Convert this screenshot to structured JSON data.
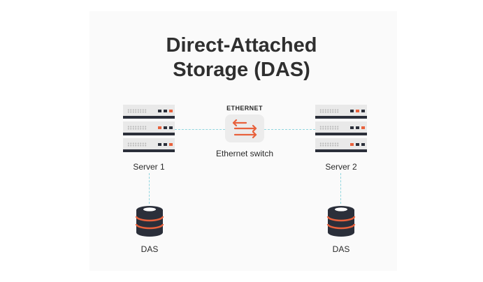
{
  "title": {
    "line1": "Direct-Attached",
    "line2": "Storage (DAS)"
  },
  "switch": {
    "top_label": "ETHERNET",
    "caption": "Ethernet switch"
  },
  "servers": [
    {
      "label": "Server 1"
    },
    {
      "label": "Server 2"
    }
  ],
  "storage": [
    {
      "label": "DAS"
    },
    {
      "label": "DAS"
    }
  ],
  "colors": {
    "title": "#2f2f2f",
    "connector": "#8fd6df",
    "accent_orange": "#e8613c",
    "rack_dark": "#2b2f3a",
    "rack_light": "#e9e9e9"
  }
}
